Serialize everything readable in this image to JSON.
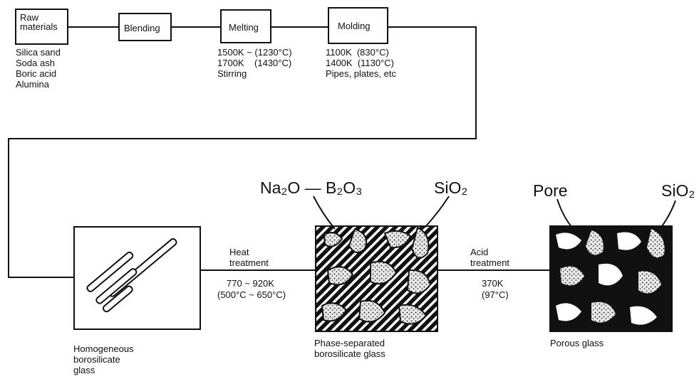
{
  "top_row": {
    "raw_materials": {
      "label_line1": "Raw",
      "label_line2": "materials",
      "items": [
        "Silica sand",
        "Soda ash",
        "Boric acid",
        "Alumina"
      ]
    },
    "blending": {
      "label": "Blending"
    },
    "melting": {
      "label": "Melting",
      "conditions": [
        "1500K ~ (1230°C)",
        "1700K    (1430°C)",
        "Stirring"
      ]
    },
    "molding": {
      "label": "Molding",
      "conditions": [
        "1100K  (830°C)",
        "1400K  (1130°C)",
        "Pipes, plates, etc"
      ]
    }
  },
  "bottom_row": {
    "homogeneous": {
      "caption_lines": [
        "Homogeneous",
        "borosilicate",
        "glass"
      ]
    },
    "heat_treatment": {
      "label_lines": [
        "Heat",
        "treatment"
      ],
      "conditions": [
        "770 ~ 920K",
        "(500°C ~ 650°C)"
      ]
    },
    "phase_separated": {
      "caption_lines": [
        "Phase-separated",
        "borosilicate glass"
      ],
      "phase_label": "Na₂O — B₂O₃",
      "silica_label": "SiO₂"
    },
    "acid_treatment": {
      "label_lines": [
        "Acid",
        "treatment"
      ],
      "conditions": [
        "370K",
        "(97°C)"
      ]
    },
    "porous": {
      "caption_lines": [
        "Porous glass"
      ],
      "pore_label": "Pore",
      "silica_label": "SiO₂"
    }
  },
  "colors": {
    "ink": "#111111",
    "paper": "#ffffff",
    "speckle": "#dddddd"
  }
}
